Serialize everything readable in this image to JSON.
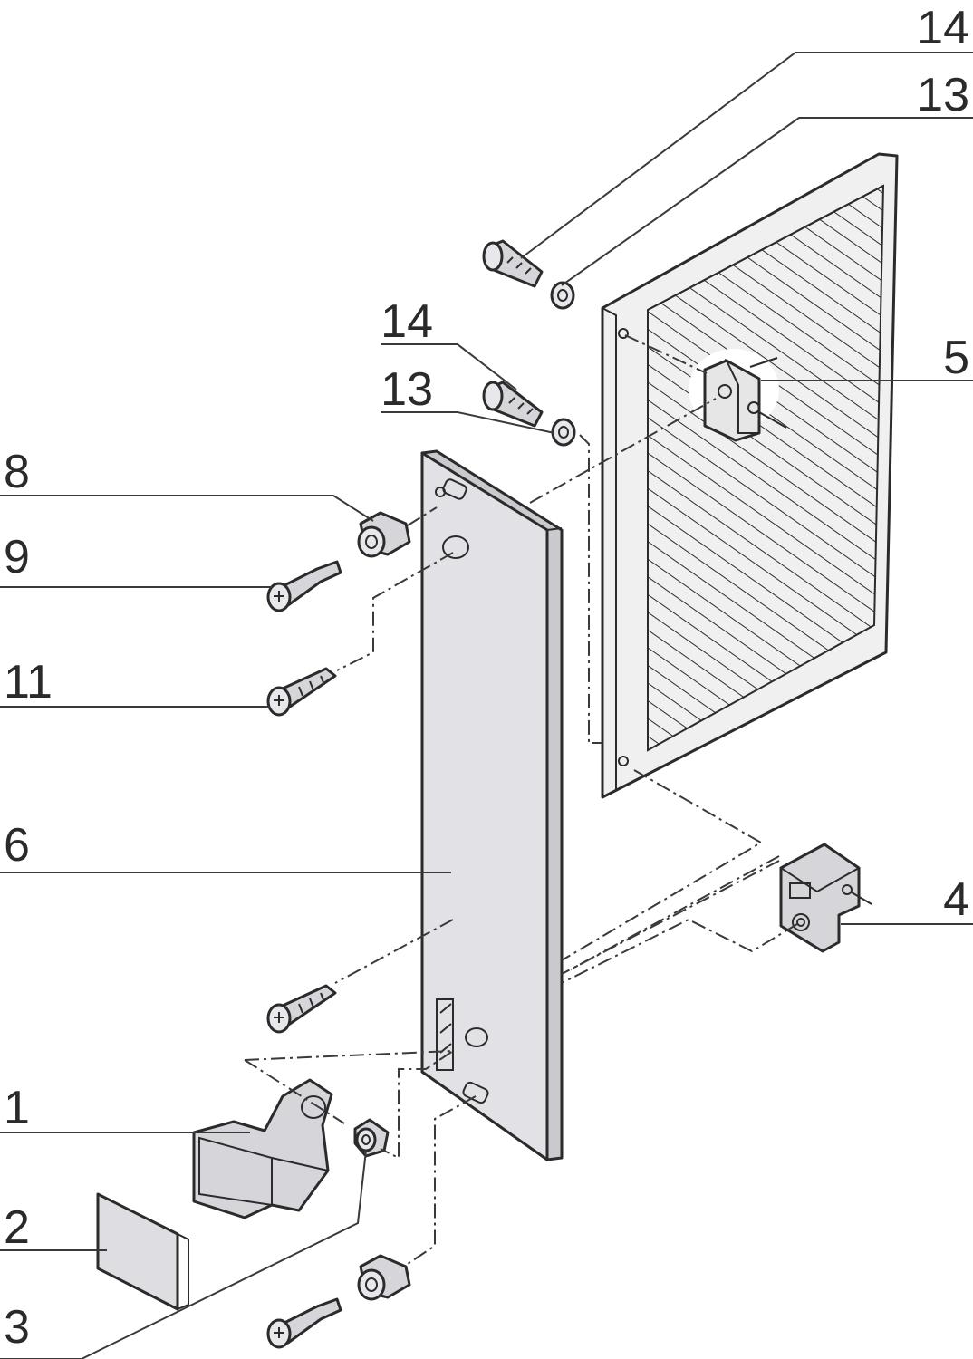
{
  "callouts": {
    "c14_top": "14",
    "c13_top": "13",
    "c14_mid": "14",
    "c13_mid": "13",
    "c5": "5",
    "c8": "8",
    "c9": "9",
    "c11": "11",
    "c6": "6",
    "c4": "4",
    "c1": "1",
    "c2": "2",
    "c3": "3"
  },
  "colors": {
    "line": "#2b2b2b",
    "panel_fill": "#e4e4e8",
    "part_fill": "#d9d9dd",
    "frame_fill": "#eeeeee"
  }
}
